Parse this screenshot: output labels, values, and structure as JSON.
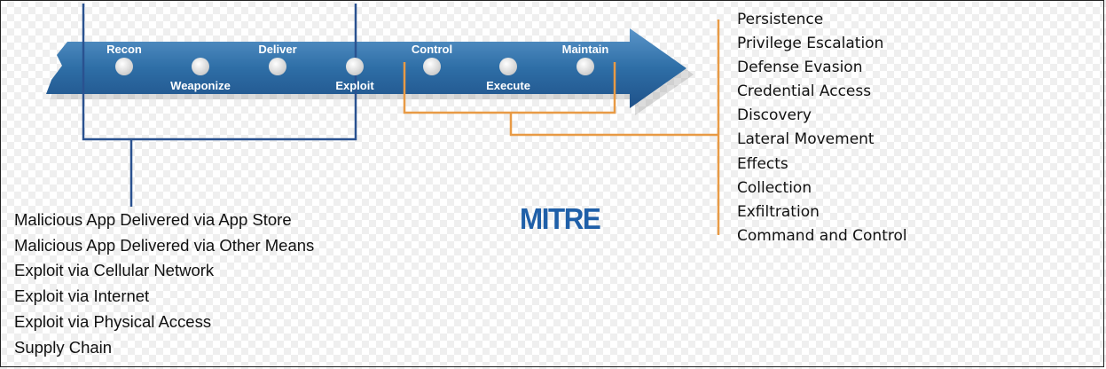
{
  "stages": [
    {
      "label": "Recon"
    },
    {
      "label": "Weaponize"
    },
    {
      "label": "Deliver"
    },
    {
      "label": "Exploit"
    },
    {
      "label": "Control"
    },
    {
      "label": "Execute"
    },
    {
      "label": "Maintain"
    }
  ],
  "initial_access_techniques": [
    "Malicious App Delivered via App Store",
    "Malicious App Delivered via Other Means",
    "Exploit via Cellular Network",
    "Exploit via Internet",
    "Exploit via Physical Access",
    "Supply Chain"
  ],
  "post_exploit_tactics": [
    "Persistence",
    "Privilege Escalation",
    "Defense Evasion",
    "Credential Access",
    "Discovery",
    "Lateral Movement",
    "Effects",
    "Collection",
    "Exfiltration",
    "Command and Control"
  ],
  "logo": "MITRE",
  "colors": {
    "arrow": "#2e6ea6",
    "initial_bracket": "#2a5290",
    "post_bracket": "#e89a45",
    "logo": "#1f5fa8"
  }
}
